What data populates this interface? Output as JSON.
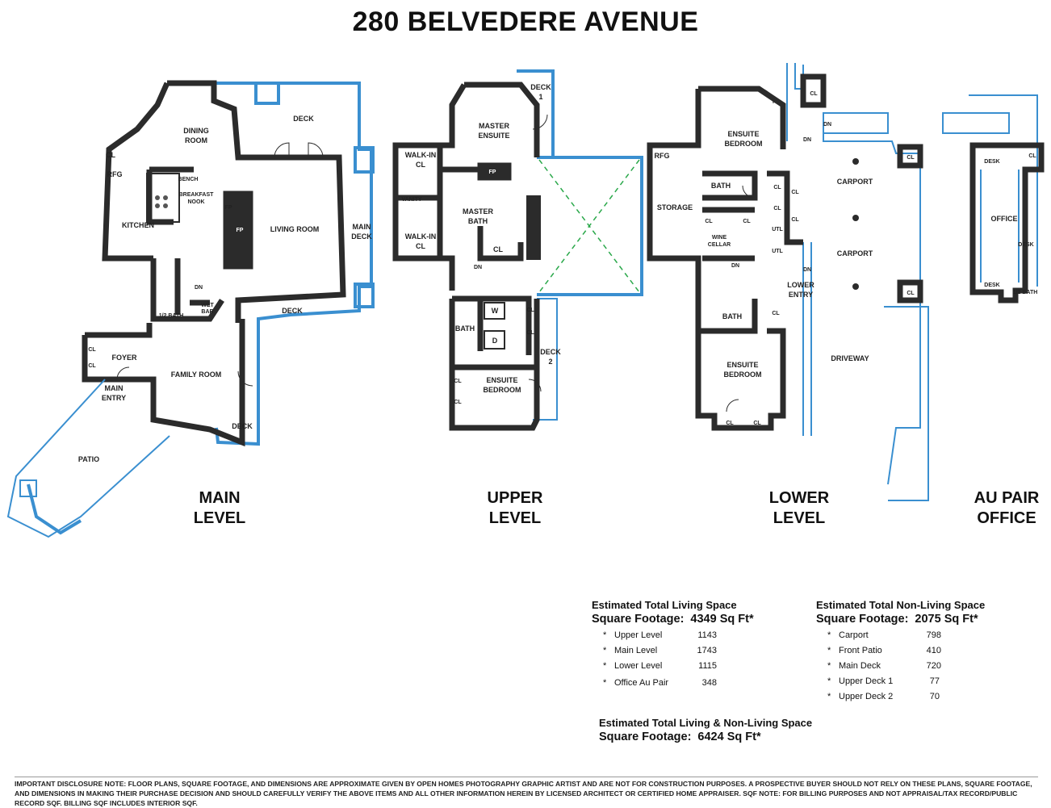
{
  "title": "280 BELVEDERE AVENUE",
  "levels": {
    "main": [
      "MAIN",
      "LEVEL"
    ],
    "upper": [
      "UPPER",
      "LEVEL"
    ],
    "lower": [
      "LOWER",
      "LEVEL"
    ],
    "aupair": [
      "AU PAIR",
      "OFFICE"
    ]
  },
  "rooms": {
    "main": {
      "dining": [
        "DINING",
        "ROOM"
      ],
      "deck_top": "DECK",
      "cl": "CL",
      "rfg": "RFG",
      "bench": "BENCH",
      "breakfast": [
        "BREAKFAST",
        "NOOK"
      ],
      "fp": "FP",
      "kitchen": "KITCHEN",
      "living": "LIVING ROOM",
      "main_deck": [
        "MAIN",
        "DECK"
      ],
      "dn": "DN",
      "half_bath": "1/2 BATH",
      "wet_bar": [
        "WET",
        "BAR"
      ],
      "deck_mid": "DECK",
      "foyer": "FOYER",
      "family": "FAMILY ROOM",
      "main_entry": [
        "MAIN",
        "ENTRY"
      ],
      "deck_bottom": "DECK",
      "patio": "PATIO"
    },
    "upper": {
      "deck1": [
        "DECK",
        "1"
      ],
      "master_ensuite": [
        "MASTER",
        "ENSUITE"
      ],
      "walkin": [
        "WALK-IN",
        "CL"
      ],
      "fp": "FP",
      "vanity": "VANITY",
      "master_bath": [
        "MASTER",
        "BATH"
      ],
      "cl": "CL",
      "dn": "DN",
      "w": "W",
      "d": "D",
      "bath": "BATH",
      "deck2": [
        "DECK",
        "2"
      ],
      "ensuite_bedroom": [
        "ENSUITE",
        "BEDROOM"
      ]
    },
    "lower": {
      "ensuite_bedroom": [
        "ENSUITE",
        "BEDROOM"
      ],
      "rfg": "RFG",
      "storage": "STORAGE",
      "bath": "BATH",
      "cl": "CL",
      "utl": "UTL",
      "wine": [
        "WINE",
        "CELLAR"
      ],
      "lower_entry": [
        "LOWER",
        "ENTRY"
      ],
      "dn": "DN",
      "carport": "CARPORT",
      "driveway": "DRIVEWAY"
    },
    "aupair": {
      "cl": "CL",
      "desk": "DESK",
      "office": "OFFICE",
      "half_bath": "1/2 BATH"
    }
  },
  "living_space": {
    "heading": "Estimated Total Living Space",
    "label": "Square Footage:",
    "total": "4349",
    "unit": "Sq Ft*",
    "items": [
      {
        "label": "Upper Level",
        "value": "1143"
      },
      {
        "label": "Main Level",
        "value": "1743"
      },
      {
        "label": "Lower Level",
        "value": "1115"
      },
      {
        "label": "Office Au Pair",
        "value": "348"
      }
    ]
  },
  "non_living_space": {
    "heading": "Estimated Total Non-Living Space",
    "label": "Square Footage:",
    "total": "2075",
    "unit": "Sq Ft*",
    "items": [
      {
        "label": "Carport",
        "value": "798"
      },
      {
        "label": "Front Patio",
        "value": "410"
      },
      {
        "label": "Main Deck",
        "value": "720"
      },
      {
        "label": "Upper Deck 1",
        "value": "77"
      },
      {
        "label": "Upper Deck 2",
        "value": "70"
      }
    ]
  },
  "combined_space": {
    "heading": "Estimated Total Living & Non-Living Space",
    "label": "Square Footage:",
    "total": "6424",
    "unit": "Sq Ft*"
  },
  "bullet": "*",
  "disclaimer": "IMPORTANT DISCLOSURE NOTE: FLOOR PLANS, SQUARE FOOTAGE, AND DIMENSIONS ARE APPROXIMATE GIVEN BY OPEN HOMES PHOTOGRAPHY GRAPHIC ARTIST AND ARE NOT FOR CONSTRUCTION  PURPOSES. A PROSPECTIVE BUYER SHOULD NOT RELY ON THESE PLANS, SQUARE FOOTAGE, AND DIMENSIONS IN MAKING THEIR PURCHASE DECISION AND SHOULD CAREFULLY  VERIFY THE ABOVE ITEMS AND ALL OTHER INFORMATION HEREIN BY LICENSED ARCHITECT OR CERTIFIED HOME APPRAISER.  SQF NOTE: FOR BILLING PURPOSES AND NOT APPRAISAL/TAX RECORD/PUBLIC RECORD SQF. BILLING SQF INCLUDES INTERIOR SQF."
}
